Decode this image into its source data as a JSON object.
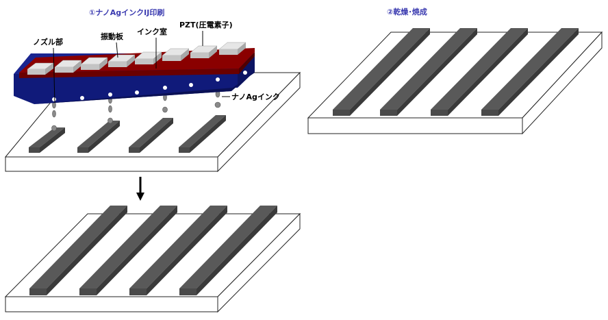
{
  "steps": {
    "step1_title": "①ナノAgインクIJ印刷",
    "step2_title": "②乾燥･焼成"
  },
  "labels": {
    "nozzle": "ノズル部",
    "vibration_plate": "振動板",
    "ink_chamber": "インク室",
    "pzt": "PZT(圧電素子)",
    "nano_ag_ink": "ナノAgインク"
  },
  "colors": {
    "head_body": "#101a7a",
    "head_red_layer": "#7a0000",
    "pzt_block": "#d8d8d8",
    "printed_line": "#595959",
    "title_text": "#3b3bb0"
  }
}
